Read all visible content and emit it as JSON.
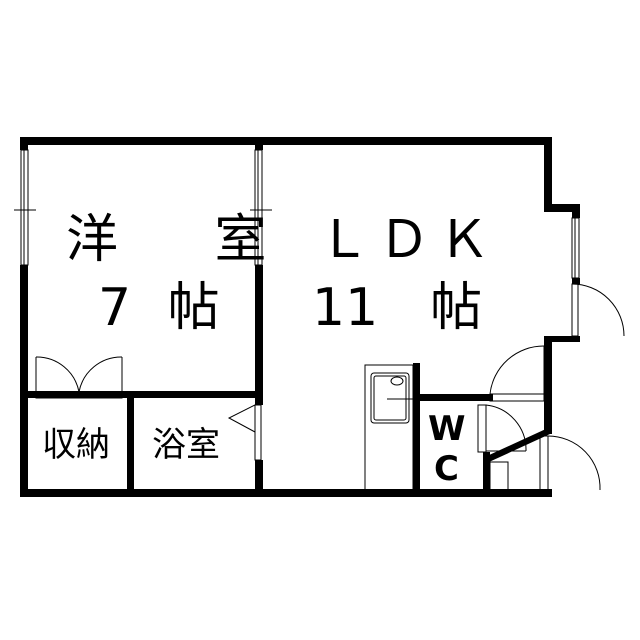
{
  "rooms": {
    "western_room": {
      "name": "洋 室",
      "size": "7 帖"
    },
    "ldk": {
      "name": "ＬＤＫ",
      "size": "11　帖"
    },
    "storage": {
      "name": "収納"
    },
    "bathroom": {
      "name": "浴室"
    },
    "wc": {
      "line1": "W",
      "line2": "C"
    }
  },
  "colors": {
    "wall": "#000000",
    "background": "#ffffff"
  }
}
